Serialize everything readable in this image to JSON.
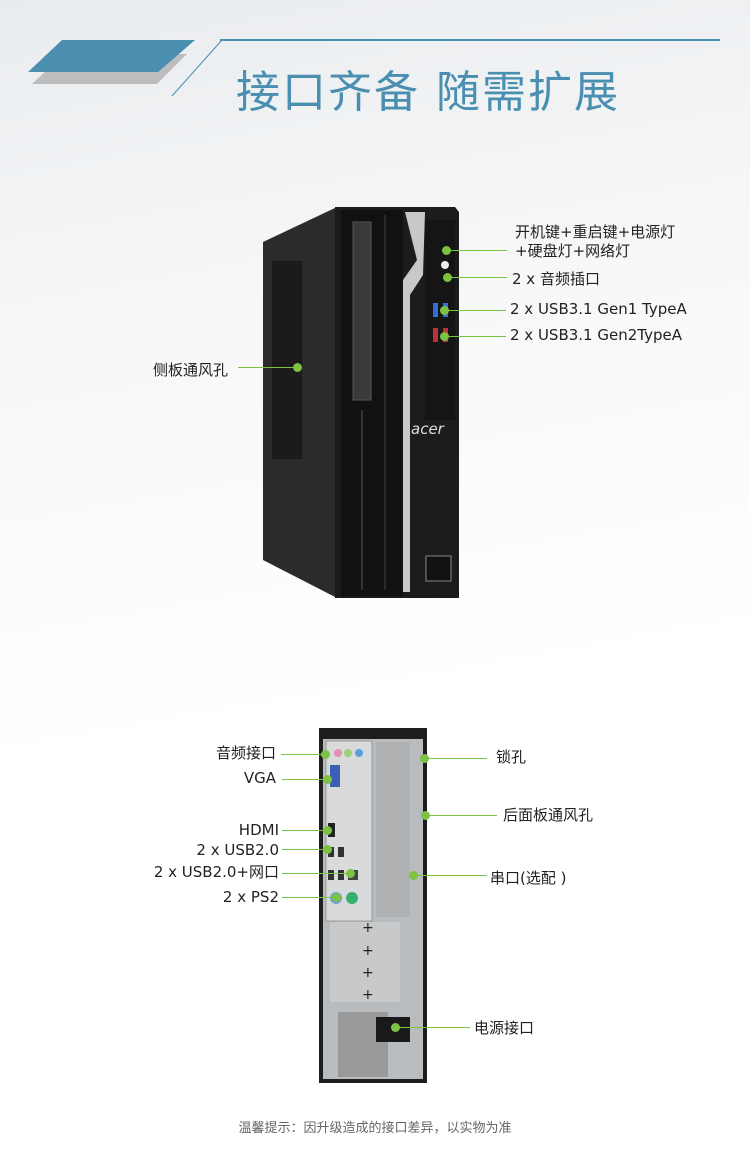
{
  "title": "接口齐备 随需扩展",
  "front": {
    "brand": "acer",
    "labels": {
      "buttons_line1": "开机键+重启键+电源灯",
      "buttons_line2": "+硬盘灯+网络灯",
      "audio": "2 x 音频插口",
      "usb_gen1": "2 x USB3.1 Gen1 TypeA",
      "usb_gen2": "2 x USB3.1 Gen2TypeA",
      "side_vent": "侧板通风孔"
    }
  },
  "back": {
    "labels": {
      "audio": "音频接口",
      "vga": "VGA",
      "hdmi": "HDMI",
      "usb20": "2 x USB2.0",
      "usb20_lan": "2 x USB2.0+网口",
      "ps2": "2 x PS2",
      "lock": "锁孔",
      "rear_vent": "后面板通风孔",
      "serial": "串口(选配 )",
      "power": "电源接口"
    }
  },
  "footer": "温馨提示：因升级造成的接口差异，以实物为准",
  "colors": {
    "accent": "#4a8fb0",
    "callout": "#7cc243"
  }
}
